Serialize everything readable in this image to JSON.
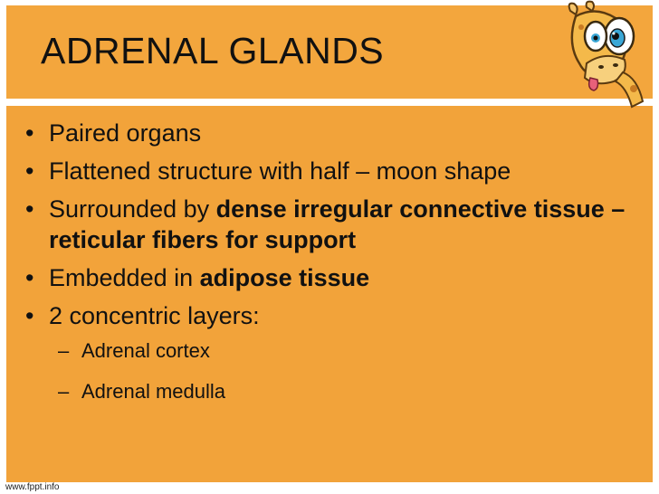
{
  "slide": {
    "title": "ADRENAL GLANDS",
    "bullets": [
      {
        "pre": "Paired organs",
        "bold": "",
        "post": ""
      },
      {
        "pre": "Flattened structure with half – moon shape",
        "bold": "",
        "post": ""
      },
      {
        "pre": "Surrounded by ",
        "bold": "dense irregular connective tissue – reticular fibers for support",
        "post": ""
      },
      {
        "pre": "Embedded in ",
        "bold": "adipose tissue",
        "post": ""
      },
      {
        "pre": "2 concentric layers:",
        "bold": "",
        "post": ""
      }
    ],
    "sub_bullets": [
      "Adrenal cortex",
      "Adrenal medulla"
    ],
    "footer": "www.fppt.info"
  },
  "colors": {
    "background": "#f2a33a",
    "text": "#111111",
    "frame": "#ffffff"
  },
  "icons": {
    "mascot": "giraffe-icon"
  }
}
